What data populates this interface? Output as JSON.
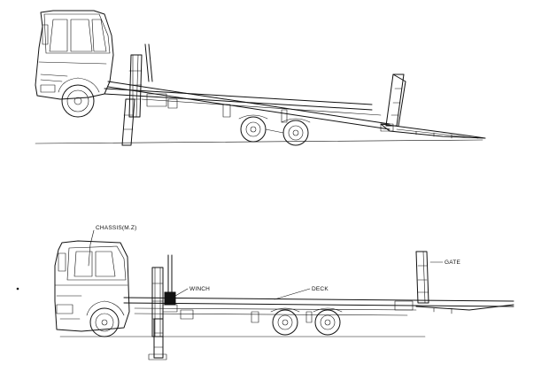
{
  "labels": {
    "chassis": "CHASSIS(M.Z)",
    "winch": "WINCH",
    "deck": "DECK",
    "gate": "GATE"
  }
}
